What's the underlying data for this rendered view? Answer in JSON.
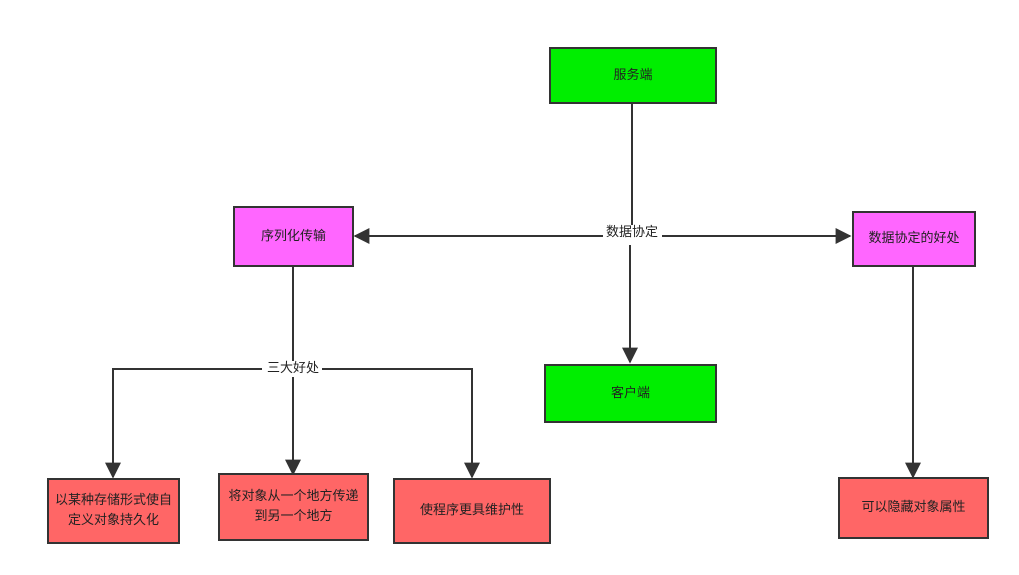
{
  "nodes": {
    "server": "服务端",
    "client": "客户端",
    "serialization": "序列化传输",
    "benefits": "数据协定的好处",
    "persist": "以某种存储形式使自定义对象持久化",
    "transfer": "将对象从一个地方传递到另一个地方",
    "maintain": "使程序更具维护性",
    "hide": "可以隐藏对象属性"
  },
  "labels": {
    "protocol": "数据协定",
    "three_benefits": "三大好处"
  },
  "colors": {
    "green": "#00ee00",
    "magenta": "#ff66ff",
    "red": "#ff6666",
    "stroke": "#333333"
  }
}
